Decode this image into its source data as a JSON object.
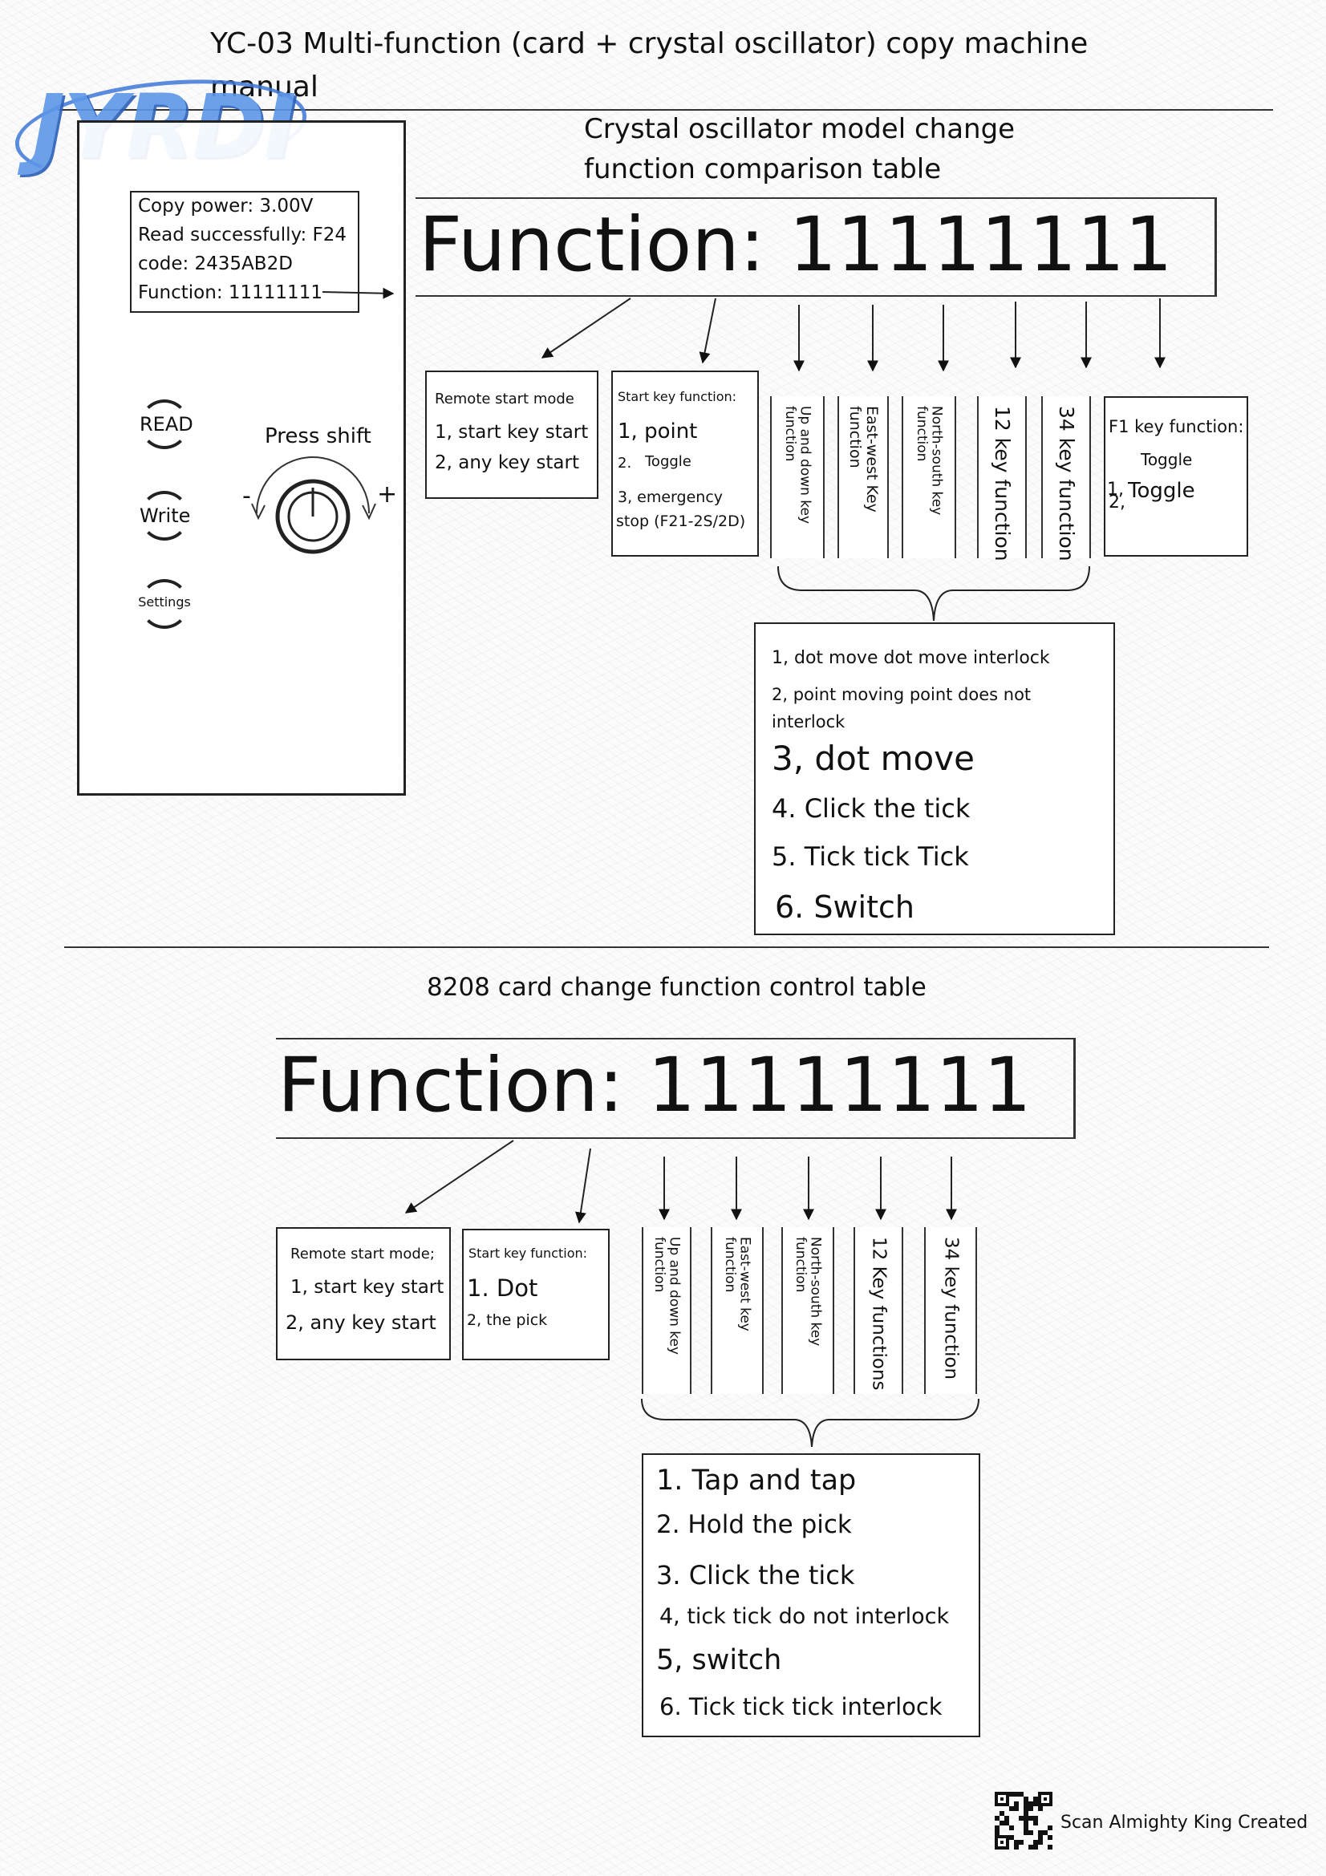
{
  "header": {
    "title_line1": "YC-03 Multi-function (card + crystal oscillator) copy machine",
    "title_line2": "manual",
    "logo_text": "JYRDI"
  },
  "device": {
    "display_lines": [
      "Copy power: 3.00V",
      "Read successfully: F24",
      "code: 2435AB2D",
      "Function: 11111111"
    ],
    "read_label": "READ",
    "write_label": "Write",
    "settings_label": "Settings",
    "knob_label": "Press shift",
    "minus_symbol": "-",
    "plus_symbol": "+"
  },
  "crystal": {
    "table_title_line1": "Crystal oscillator model change",
    "table_title_line2": "function comparison table",
    "function_code": "Function: 11111111",
    "remote_start": {
      "title": "Remote start mode",
      "item1": "1, start key start",
      "item2": "2, any key start"
    },
    "start_key": {
      "title": "Start key function:",
      "item1": "1, point",
      "item2_num": "2.",
      "item2": "Toggle",
      "item3_line1": "3, emergency",
      "item3_line2": "stop (F21-2S/2D)"
    },
    "vertical_labels": [
      "Up and down key function",
      "East-west Key function",
      "North-south key function",
      "12 key function",
      "34 key function"
    ],
    "f1": {
      "title": "F1 key function:",
      "item1": "Toggle",
      "item2_num": "1,",
      "item2_num_b": "2,",
      "item2": "Toggle"
    },
    "options": [
      "1, dot move dot move interlock",
      "2, point moving point does not",
      "interlock",
      "3, dot move",
      "4. Click the tick",
      "5. Tick tick Tick",
      "6. Switch"
    ]
  },
  "card": {
    "table_title": "8208 card change function control table",
    "function_code": "Function: 11111111",
    "remote_start": {
      "title": "Remote start mode;",
      "item1": "1, start key start",
      "item2": "2, any key start"
    },
    "start_key": {
      "title": "Start key function:",
      "item1": "1. Dot",
      "item2": "2, the pick"
    },
    "vertical_labels": [
      "Up and down key function",
      "East-west key function",
      "North-south key function",
      "12 Key functions",
      "34 key function"
    ],
    "options": [
      "1. Tap and tap",
      "2. Hold the pick",
      "3. Click the tick",
      "4, tick tick do not interlock",
      "5, switch",
      "6. Tick tick tick interlock"
    ]
  },
  "footer": {
    "credit": "Scan Almighty King Created",
    "qr_icon": "qr-code-icon"
  }
}
